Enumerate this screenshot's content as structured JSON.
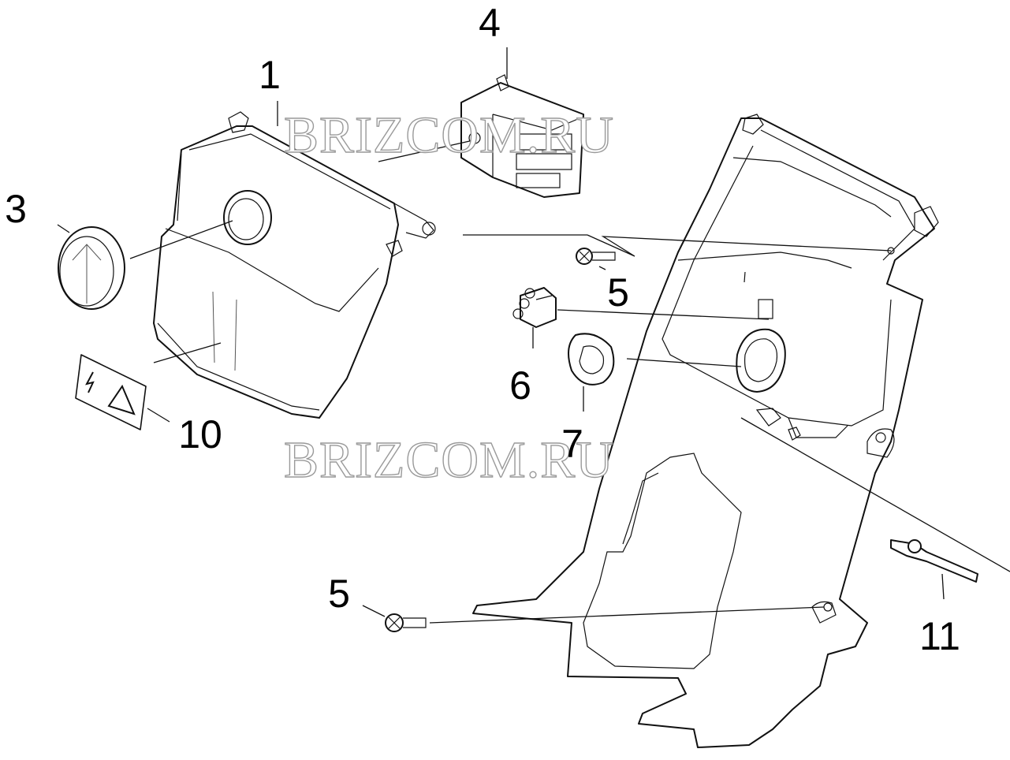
{
  "watermarks": [
    "BRIZCOM.RU",
    "BRIZCOM.RU"
  ],
  "callouts": {
    "c1": "1",
    "c3": "3",
    "c4": "4",
    "c5a": "5",
    "c5b": "5",
    "c6": "6",
    "c7": "7",
    "c10": "10",
    "c11": "11"
  },
  "colors": {
    "line": "#111111",
    "watermark_outline": "#9a9a9a",
    "background": "#ffffff"
  }
}
